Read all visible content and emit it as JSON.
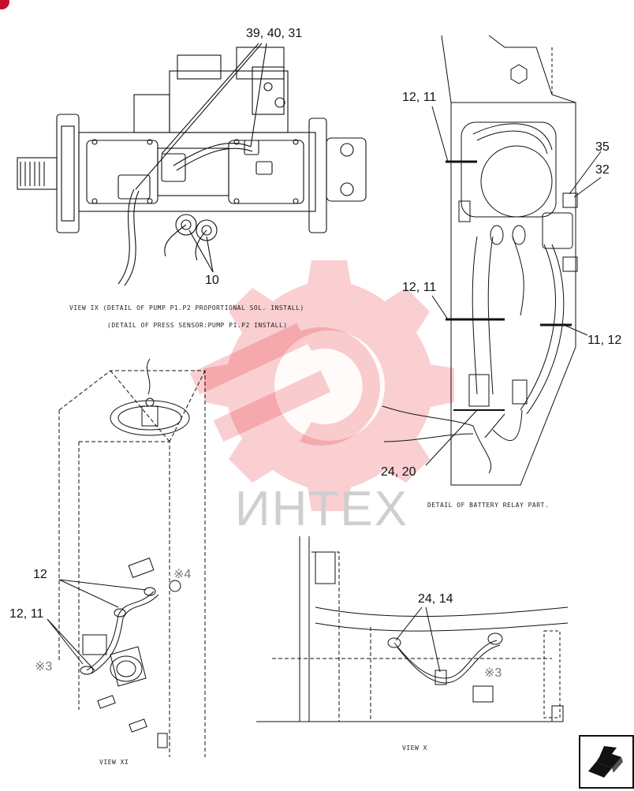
{
  "callouts": {
    "pump_top": "39, 40, 31",
    "pump_bottom": "10",
    "relay_12_11_a": "12, 11",
    "relay_12_11_b": "12, 11",
    "relay_35": "35",
    "relay_32": "32",
    "relay_11_12": "11, 12",
    "relay_24_20": "24, 20",
    "tank_12": "12",
    "tank_12_11": "12, 11",
    "viewx_24_14": "24, 14"
  },
  "markers": {
    "x4": "※4",
    "x3_left": "※3",
    "x3_right": "※3"
  },
  "captions": {
    "view_ix": "VIEW IX   (DETAIL OF PUMP P1.P2 PROPORTIONAL SOL. INSTALL)",
    "press_sensor": "(DETAIL OF PRESS SENSOR:PUMP P1.P2 INSTALL)",
    "battery_relay": "DETAIL OF BATTERY RELAY PART.",
    "view_xi": "VIEW XI",
    "view_x": "VIEW X"
  },
  "watermark": {
    "text": "ИНТЕХ",
    "color": "#e8262c"
  },
  "nav": {
    "icon": "next-page-arrow-icon"
  }
}
